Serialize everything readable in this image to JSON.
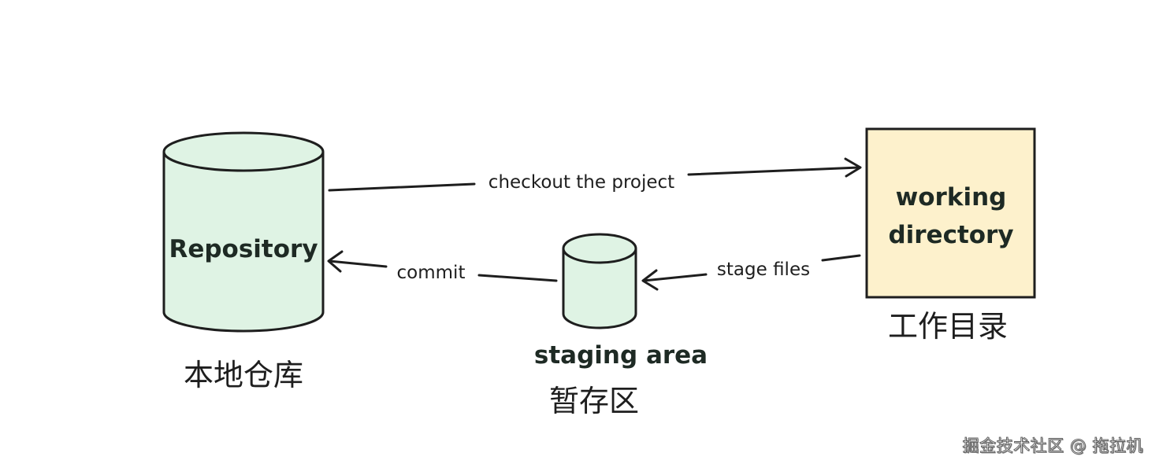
{
  "nodes": {
    "repository": {
      "label": "Repository",
      "caption": "本地仓库"
    },
    "staging": {
      "label": "staging area",
      "caption": "暂存区"
    },
    "working": {
      "label_line1": "working",
      "label_line2": "directory",
      "caption": "工作目录"
    }
  },
  "edges": {
    "checkout": {
      "label": "checkout the project"
    },
    "commit": {
      "label": "commit"
    },
    "stage": {
      "label": "stage files"
    }
  },
  "watermark": "掘金技术社区 @ 拖拉机",
  "colors": {
    "cylinder_fill": "#dff3e4",
    "box_fill": "#fdf1cc",
    "stroke": "#1e1e1e"
  }
}
